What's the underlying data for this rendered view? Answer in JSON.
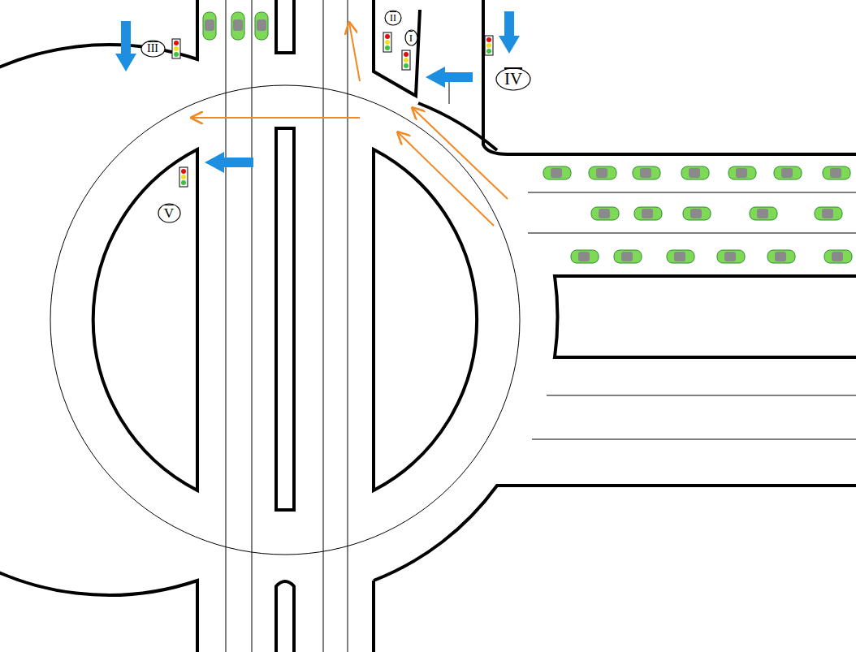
{
  "diagram": {
    "nodes": [
      {
        "text": [
          "II"
        ]
      },
      {
        "text": [
          "I"
        ]
      },
      {
        "text": [
          "III"
        ]
      },
      {
        "text": [
          "IV"
        ]
      },
      {
        "text": [
          "V"
        ]
      }
    ]
  }
}
